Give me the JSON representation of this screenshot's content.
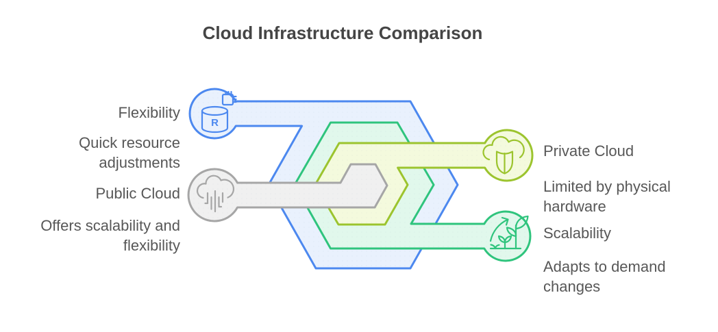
{
  "title": "Cloud Infrastructure Comparison",
  "nodes": [
    {
      "id": "flexibility",
      "side": "left",
      "heading": "Flexibility",
      "description": "Quick resource adjustments",
      "icon": "database-gear-icon",
      "icon_letter": "R",
      "stroke_color": "#4c88ef",
      "fill_color": "#e9f1fd"
    },
    {
      "id": "public-cloud",
      "side": "left",
      "heading": "Public Cloud",
      "description": "Offers scalability and flexibility",
      "icon": "cloud-circuit-icon",
      "stroke_color": "#a6a6a6",
      "fill_color": "#f0f0f0"
    },
    {
      "id": "private-cloud",
      "side": "right",
      "heading": "Private Cloud",
      "description": "Limited by physical hardware",
      "icon": "cloud-shield-icon",
      "stroke_color": "#9cc42e",
      "fill_color": "#f4fadd"
    },
    {
      "id": "scalability",
      "side": "right",
      "heading": "Scalability",
      "description": "Adapts to demand changes",
      "icon": "growth-plant-icon",
      "stroke_color": "#2fc47d",
      "fill_color": "#e1f8ec"
    }
  ],
  "diagram": {
    "type": "nested-hexagon-spiral",
    "hexagon_order_outer_to_inner": [
      "blue-flexibility",
      "green-scalability",
      "lime-private-cloud",
      "gray-public-cloud"
    ]
  },
  "text_colors": {
    "title": "#454545",
    "labels": "#575757"
  }
}
